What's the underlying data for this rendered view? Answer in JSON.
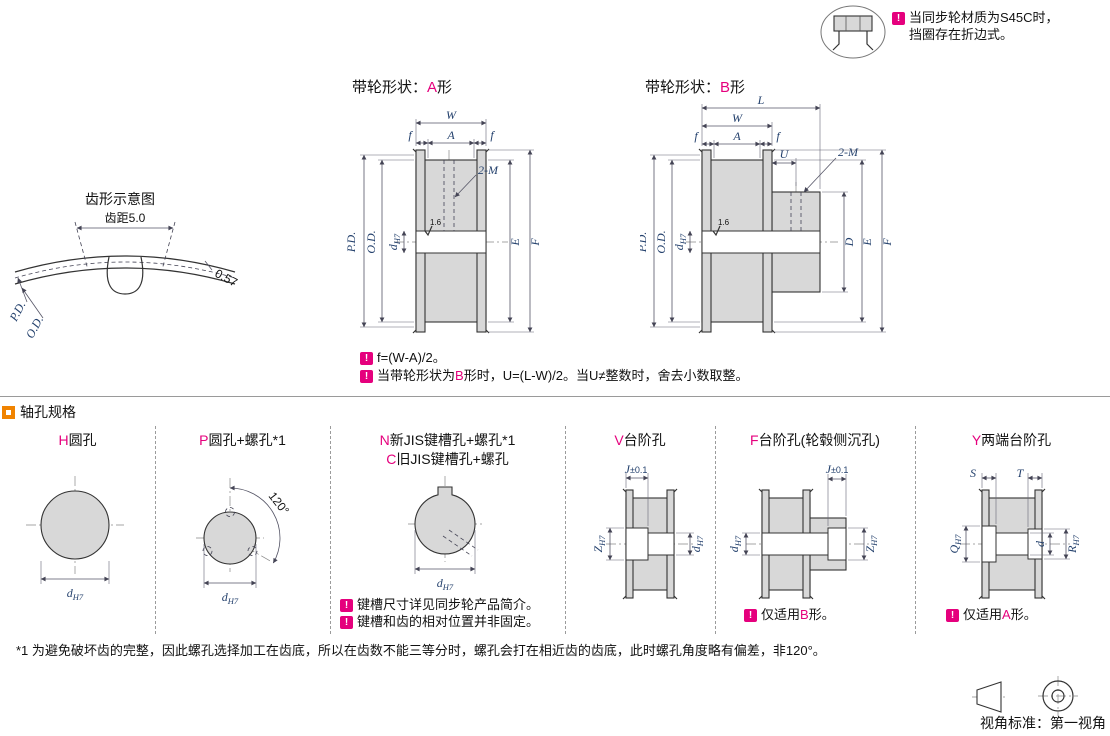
{
  "colors": {
    "accent": "#e5007d",
    "dim_text": "#24416d",
    "orange": "#f08300"
  },
  "icons": {
    "info": "!"
  },
  "top_note": {
    "line1": "当同步轮材质为S45C时，",
    "line2": "挡圈存在折边式。"
  },
  "shape_a": {
    "prefix": "带轮形状：",
    "code": "A",
    "suffix": "形"
  },
  "shape_b": {
    "prefix": "带轮形状：",
    "code": "B",
    "suffix": "形"
  },
  "tooth": {
    "title": "齿形示意图",
    "pitch": "齿距5.0",
    "depth": "0.57",
    "pd": "P.D.",
    "od": "O.D."
  },
  "dims": {
    "W": "W",
    "A": "A",
    "f": "f",
    "L": "L",
    "U": "U",
    "two_m": "2-M",
    "pd": "P.D.",
    "od": "O.D.",
    "E": "E",
    "F": "F",
    "D": "D",
    "d": "d",
    "h7": "H7",
    "Z": "Z",
    "Q": "Q",
    "R": "R",
    "S": "S",
    "T": "T",
    "J": "J",
    "tol": "±0.1",
    "ra": "1.6",
    "deg": "120°"
  },
  "notes": {
    "f_formula": "f=(W-A)/2。",
    "u_pre": "当带轮形状为",
    "u_code": "B",
    "u_post": "形时，U=(L-W)/2。当U≠整数时，舍去小数取整。"
  },
  "bore_section": {
    "title": "轴孔规格",
    "cols": [
      {
        "code": "H",
        "label": "圆孔"
      },
      {
        "code": "P",
        "label": "圆孔+螺孔*1"
      },
      {
        "code": "N",
        "label": "新JIS键槽孔+螺孔*1",
        "code2": "C",
        "label2": "旧JIS键槽孔+螺孔"
      },
      {
        "code": "V",
        "label": "台阶孔"
      },
      {
        "code": "F",
        "label": "台阶孔(轮毂侧沉孔)"
      },
      {
        "code": "Y",
        "label": "两端台阶孔"
      }
    ],
    "keyway_note1": "键槽尺寸详见同步轮产品简介。",
    "keyway_note2": "键槽和齿的相对位置并非固定。",
    "only_pre": "仅适用",
    "only_b_code": "B",
    "only_a_code": "A",
    "only_post": "形。"
  },
  "footnote": "*1 为避免破坏齿的完整，因此螺孔选择加工在齿底，所以在齿数不能三等分时，螺孔会打在相近齿的齿底，此时螺孔角度略有偏差，非120°。",
  "projection": {
    "label": "视角标准：第一视角"
  }
}
